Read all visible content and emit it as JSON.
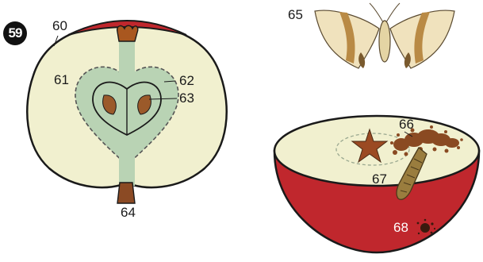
{
  "figure": {
    "number": "59",
    "labels": {
      "l60": "60",
      "l61": "61",
      "l62": "62",
      "l63": "63",
      "l64": "64",
      "l65": "65",
      "l66": "66",
      "l67": "67",
      "l68": "68"
    }
  },
  "colors": {
    "apple_skin": "#c0272d",
    "apple_flesh": "#f1f0cf",
    "core": "#b9d3b4",
    "seed": "#9b5a2a",
    "stalk": "#8b4a24",
    "outline": "#1a1a1a",
    "moth_wing": "#f0e2bd",
    "moth_band": "#b98a45",
    "larva": "#9a7d3e",
    "frass": "#8a4a22"
  }
}
